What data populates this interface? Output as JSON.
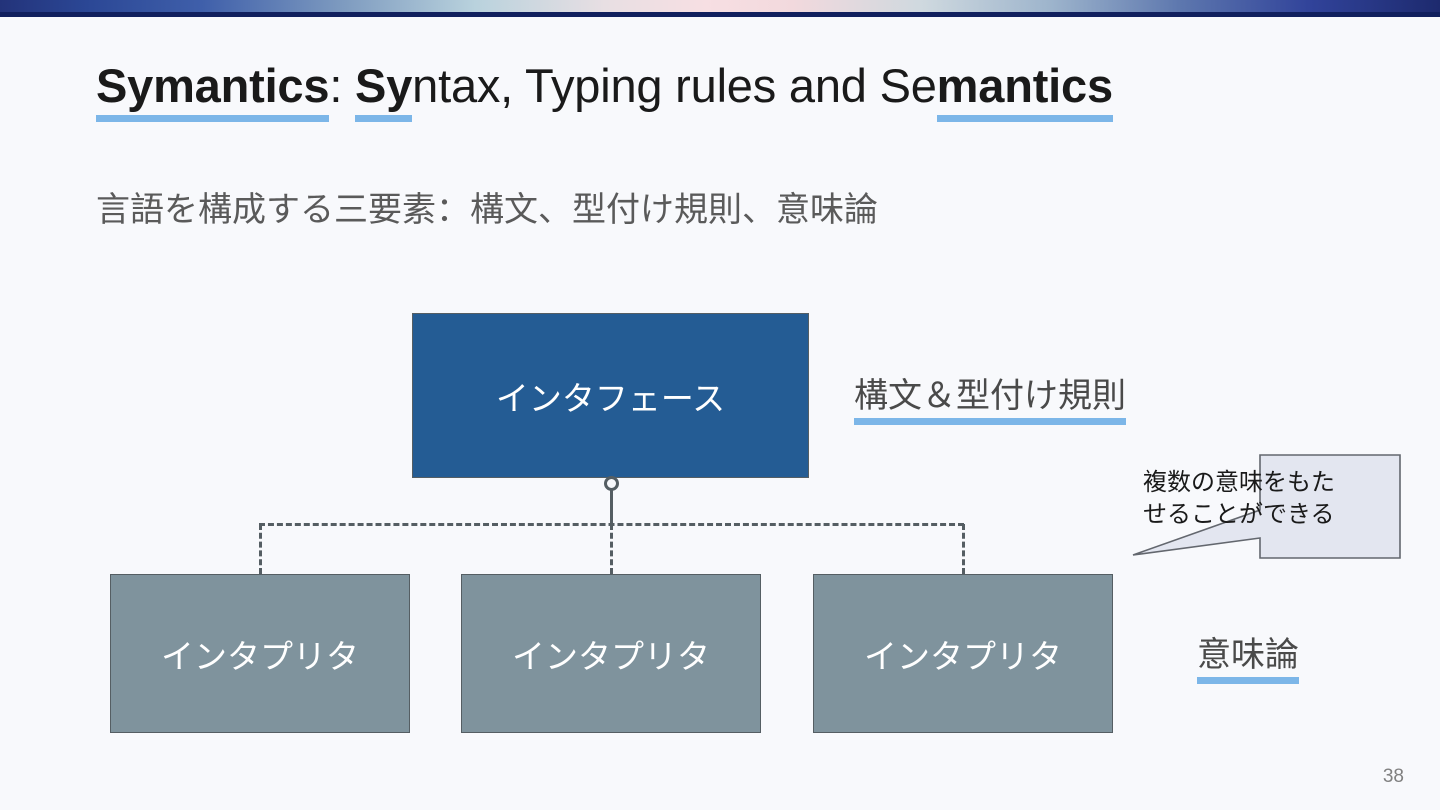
{
  "slide": {
    "background_color": "#f8f9fc",
    "accent_underline_color": "#7cb6e8",
    "page_number": "38"
  },
  "topbar": {
    "gradient_start_color": "#23337a",
    "gradient_mid_color": "#f7dfe3",
    "gradient_end_color": "#1d2a6e",
    "edge_color": "#11205e"
  },
  "title": {
    "part1_bold_underlined": "Symantics",
    "part2_plain": ": ",
    "part3_bold_underlined": "Sy",
    "part4_plain": "ntax, Typing rules and Se",
    "part5_bold_underlined": "mantics",
    "full_text": "Symantics: Syntax, Typing rules and Semantics"
  },
  "subtitle": {
    "text": "言語を構成する三要素：構文、型付け規則、意味論"
  },
  "diagram": {
    "root": {
      "label": "インタフェース",
      "fill_color": "#245c94",
      "border_color": "#555e63",
      "text_color": "#ffffff"
    },
    "leaves": [
      {
        "label": "インタプリタ"
      },
      {
        "label": "インタプリタ"
      },
      {
        "label": "インタプリタ"
      }
    ],
    "leaf_fill_color": "#7f939d",
    "leaf_border_color": "#555e63",
    "connector_color": "#555e63",
    "connector_style": "dashed"
  },
  "labels": {
    "syntax_typing": "構文＆型付け規則",
    "semantics": "意味論"
  },
  "callout": {
    "text": "複数の意味をもた\nせることができる",
    "fill_color": "#e3e6f0",
    "border_color": "#63676e",
    "tail_direction": "lower-left"
  }
}
